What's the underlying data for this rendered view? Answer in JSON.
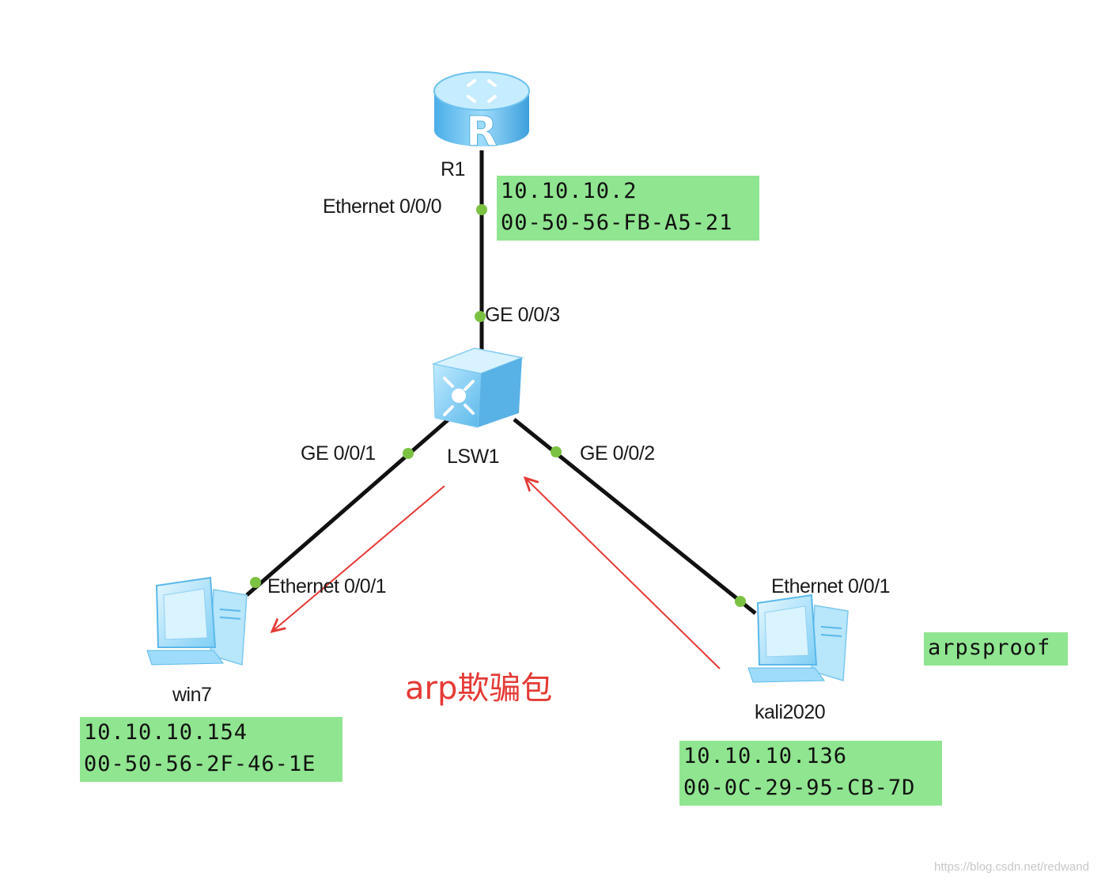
{
  "devices": {
    "router": {
      "name": "R1",
      "icon": "router-icon"
    },
    "switch": {
      "name": "LSW1",
      "icon": "switch-icon"
    },
    "win7": {
      "name": "win7",
      "icon": "pc-icon"
    },
    "kali": {
      "name": "kali2020",
      "icon": "pc-icon"
    }
  },
  "ports": {
    "r1_eth": "Ethernet 0/0/0",
    "sw_ge3": "GE 0/0/3",
    "sw_ge1": "GE 0/0/1",
    "sw_ge2": "GE 0/0/2",
    "win7_eth": "Ethernet 0/0/1",
    "kali_eth": "Ethernet 0/0/1"
  },
  "info": {
    "r1": {
      "ip": "10.10.10.2",
      "mac": "00-50-56-FB-A5-21"
    },
    "win7": {
      "ip": "10.10.10.154",
      "mac": "00-50-56-2F-46-1E"
    },
    "kali": {
      "ip": "10.10.10.136",
      "mac": "00-0C-29-95-CB-7D"
    },
    "tool": "arpsproof"
  },
  "annotation": "arp欺骗包",
  "watermark": "https://blog.csdn.net/redwand",
  "colors": {
    "link": "#111111",
    "port_dot": "#7cc242",
    "info_bg": "#90e590",
    "arrow": "#e53935"
  }
}
